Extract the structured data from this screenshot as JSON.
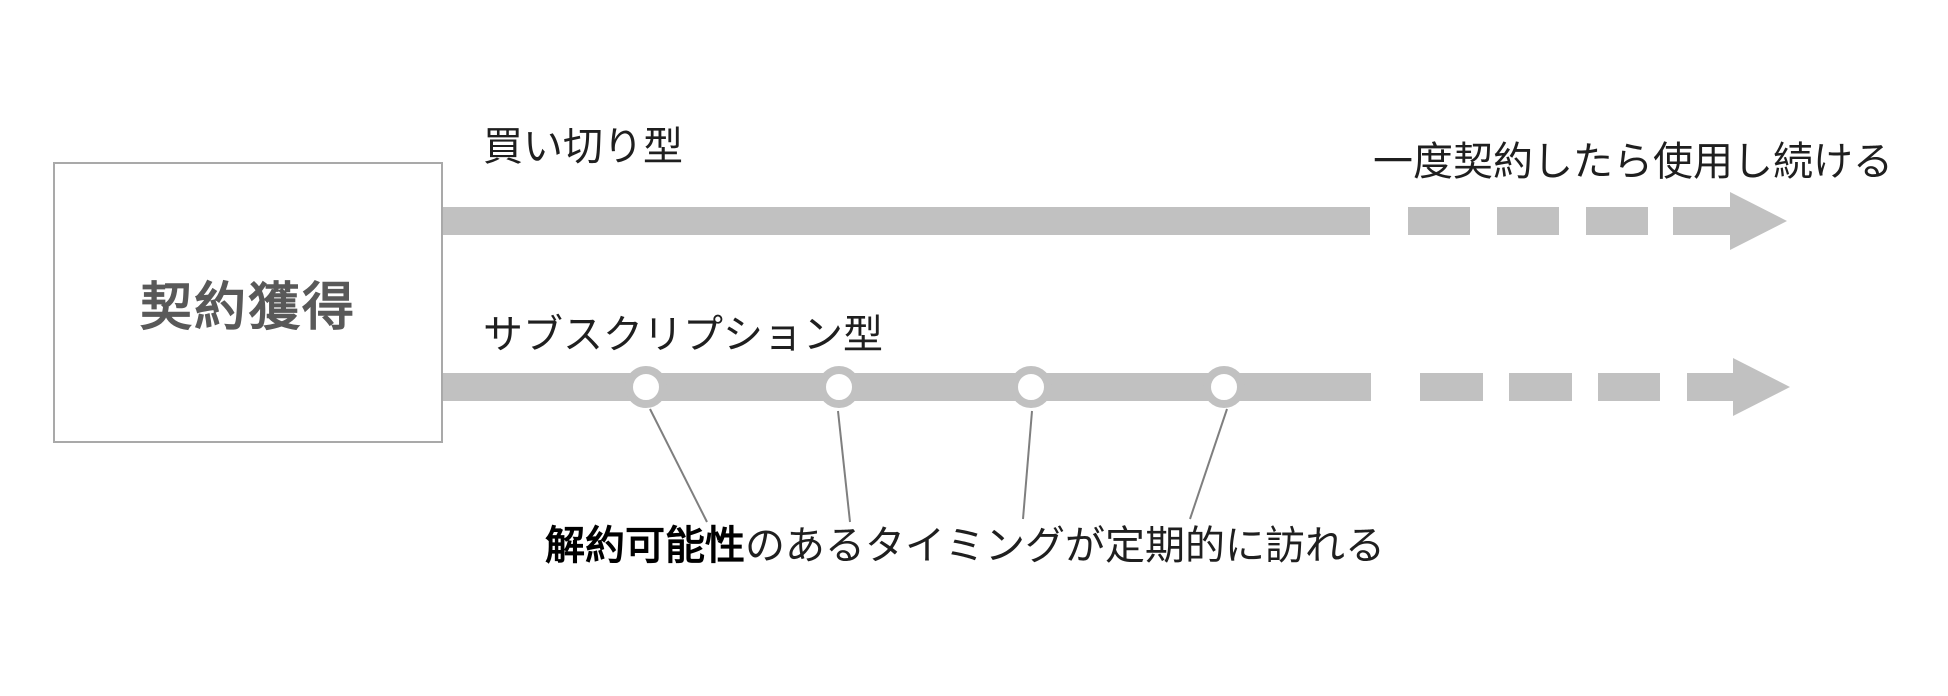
{
  "diagram": {
    "box": {
      "label": "契約獲得"
    },
    "top_track": {
      "label": "買い切り型",
      "annotation": "一度契約したら使用し続ける"
    },
    "bottom_track": {
      "label": "サブスクリプション型",
      "milestone_count": 4,
      "annotation_bold": "解約可能性",
      "annotation_rest": "のあるタイミングが定期的に訪れる"
    },
    "colors": {
      "track_gray": "#c1c1c1",
      "box_border": "#a9a9a9",
      "box_text": "#595959",
      "label_text": "#1f1f1f",
      "annotation_bold_text": "#000000",
      "connector_line": "#7f7f7f",
      "background": "#ffffff"
    }
  }
}
